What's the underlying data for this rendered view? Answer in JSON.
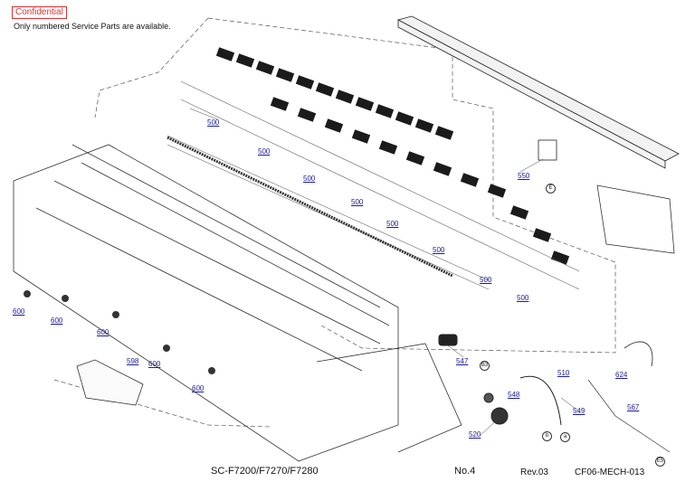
{
  "header": {
    "confidential": "Confidential",
    "note": "Only numbered Service Parts are available."
  },
  "footer": {
    "model": "SC-F7200/F7270/F7280",
    "page": "No.4",
    "revision": "Rev.03",
    "doc_code": "CF06-MECH-013"
  },
  "parts": {
    "p500a": "500",
    "p500b": "500",
    "p500c": "500",
    "p500d": "500",
    "p500e": "500",
    "p500f": "500",
    "p500g": "500",
    "p500h": "500",
    "p550": "550",
    "p547": "547",
    "p510": "510",
    "p624": "624",
    "p548": "548",
    "p549": "549",
    "p567": "567",
    "p520": "520",
    "p598": "598",
    "p600a": "600",
    "p600b": "600",
    "p600c": "600",
    "p600d": "600",
    "p600e": "600"
  },
  "refs": {
    "r_b3": "B3",
    "r_e": "E",
    "r_b": "b",
    "r_a": "a",
    "r_e5": "E5"
  }
}
